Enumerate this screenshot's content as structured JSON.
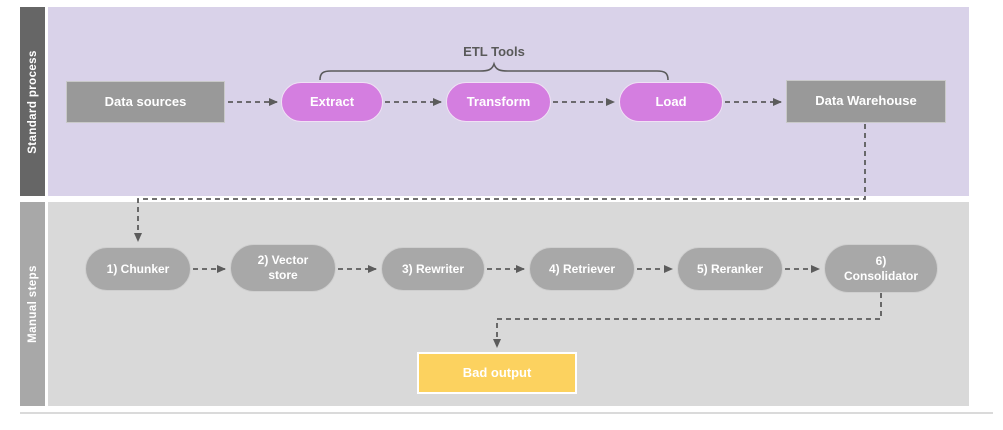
{
  "lanes": [
    {
      "label": "Standard process",
      "header_color": "#666666",
      "body_color": "#d9d2e9"
    },
    {
      "label": "Manual steps",
      "header_color": "#a8a8a8",
      "body_color": "#d9d9d9"
    }
  ],
  "standard_process": {
    "group_label": "ETL Tools",
    "nodes": {
      "data_sources": "Data sources",
      "extract": "Extract",
      "transform": "Transform",
      "load": "Load",
      "data_warehouse": "Data Warehouse"
    }
  },
  "manual_steps": {
    "nodes": {
      "chunker": "1) Chunker",
      "vector_store": "2) Vector store",
      "rewriter": "3) Rewriter",
      "retriever": "4) Retriever",
      "reranker": "5) Reranker",
      "consolidator": "6) Consolidator",
      "bad_output": "Bad output"
    }
  },
  "colors": {
    "etl_pill": "#d47ee0",
    "gray_box": "#999999",
    "manual_pill": "#a8a8a8",
    "bad_output_box": "#fcd25f",
    "connector": "#5c5c5c",
    "lane1_body": "#d9d2e9",
    "lane2_body": "#d9d9d9"
  }
}
